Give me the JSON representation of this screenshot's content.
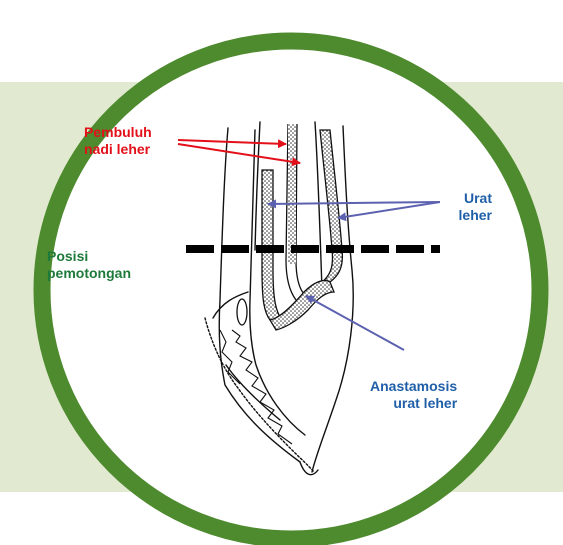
{
  "colors": {
    "band": "#e1ead0",
    "ring": "#4e8a2e",
    "circle_fill": "#ffffff",
    "red_label": "#e3101a",
    "blue_label": "#1f5fa8",
    "green_label": "#1e7a3a",
    "red_arrow": "#e3101a",
    "blue_arrow": "#5c62b0",
    "cut_line": "#000000"
  },
  "labels": {
    "pembuluh_line1": "Pembuluh",
    "pembuluh_line2": "nadi leher",
    "urat_line1": "Urat",
    "urat_line2": "leher",
    "posisi_line1": "Posisi",
    "posisi_line2": "pemotongan",
    "anastamosis_line1": "Anastamosis",
    "anastamosis_line2": "urat leher"
  }
}
